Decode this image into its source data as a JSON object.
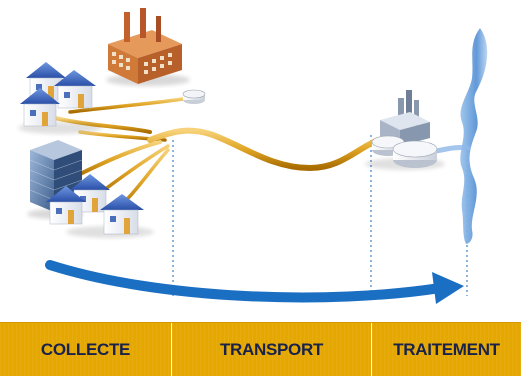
{
  "stages": [
    {
      "label": "COLLECTE"
    },
    {
      "label": "TRANSPORT"
    },
    {
      "label": "TRAITEMENT"
    }
  ],
  "colors": {
    "band": "#e6a800",
    "band_text": "#18224a",
    "pipe": "#e8b030",
    "flow_arrow": "#1b6fc3",
    "river": "#6fa6dc",
    "divider": "#3f7fc8"
  },
  "icons": {
    "houses": "house-icon",
    "factory": "factory-icon",
    "office": "office-building-icon",
    "treatment_plant": "treatment-plant-icon",
    "river": "river-icon",
    "arrow": "flow-arrow-icon"
  }
}
